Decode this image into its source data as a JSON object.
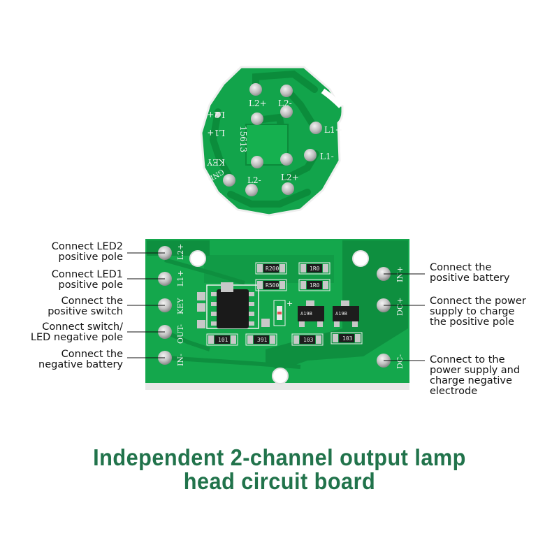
{
  "title": {
    "line1": "Independent 2-channel output lamp",
    "line2": "head circuit board",
    "color": "#21734b"
  },
  "round_board": {
    "marking": "15613",
    "pad_labels": [
      "L2+",
      "L2-",
      "L1+",
      "L1-",
      "L2-",
      "L2+",
      "L2+",
      "L1+",
      "KEY",
      "GND"
    ]
  },
  "rect_board": {
    "left_pad_labels": [
      "L2+",
      "L1+",
      "KEY",
      "OUT-",
      "IN-"
    ],
    "right_pad_labels": [
      "IN+",
      "DC+",
      "DC-"
    ],
    "components": [
      "R200",
      "1R0",
      "R500",
      "1R0",
      "101",
      "391",
      "103",
      "103",
      "A19B",
      "A19B"
    ],
    "plus_mark": "+"
  },
  "callouts": {
    "left": [
      "Connect LED2\npositive pole",
      "Connect LED1\npositive pole",
      "Connect the\npositive switch",
      "Connect switch/\nLED negative pole",
      "Connect the\nnegative battery"
    ],
    "right": [
      "Connect the\npositive battery",
      "Connect the power\nsupply to charge\nthe positive pole",
      "Connect to the\npower supply and\ncharge negative\nelectrode"
    ]
  },
  "colors": {
    "board_green": "#12a44b",
    "board_dark": "#0b8a3a",
    "silk": "#f4f4f4",
    "pad": "#c9c9c9"
  }
}
